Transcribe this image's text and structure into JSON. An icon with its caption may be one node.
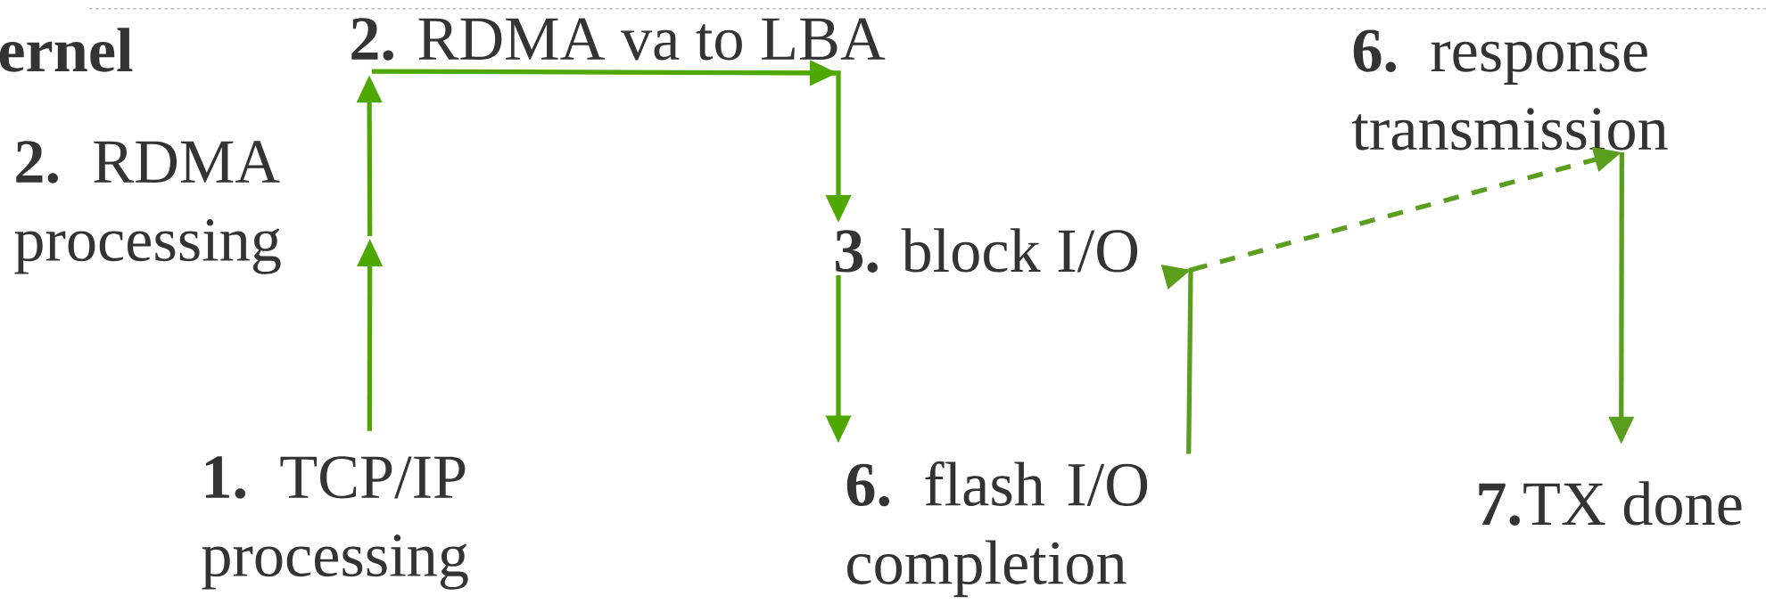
{
  "diagram": {
    "nodes": [
      {
        "text": [
          "**1.** TCP/IP processing"
        ]
      },
      {
        "text": [
          "**2.** RDMA processing"
        ]
      },
      {
        "text": [
          "**2.** RDMA va to LBA"
        ]
      },
      {
        "text": [
          "**3.** block I/O"
        ]
      },
      {
        "text": [
          "**6.** flash I/O completion"
        ]
      },
      {
        "text": [
          "**6.** response transmission"
        ]
      },
      {
        "text": [
          "**7.**TX done"
        ]
      }
    ],
    "edges": [
      {
        "from": 0,
        "to": 1,
        "arrow": "to"
      },
      {
        "from": 1,
        "to": 2,
        "arrow": "to"
      },
      {
        "from": 2,
        "to": 3,
        "arrow": "to"
      },
      {
        "from": 3,
        "to": 4,
        "arrow": "to"
      },
      {
        "from": 4,
        "to": 5,
        "arrow": "to",
        "style": "dashed",
        "color": "#5a9e1e"
      },
      {
        "from": 5,
        "to": 6,
        "arrow": "to",
        "color": "#5a9e1e"
      }
    ],
    "labels": [
      "ernel"
    ]
  }
}
